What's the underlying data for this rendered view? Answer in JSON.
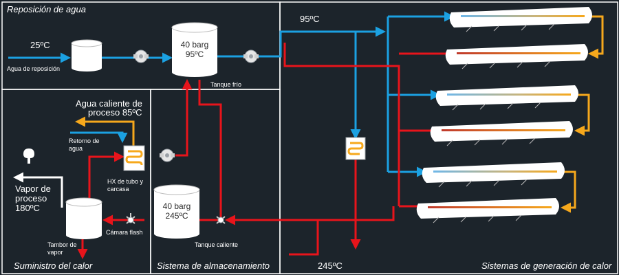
{
  "panels": {
    "makeup_title": "Reposición de agua",
    "supply_title": "Suministro del calor",
    "storage_title": "Sistema de almacenamiento",
    "generation_title": "Sistemas de generación de calor"
  },
  "makeup": {
    "inlet_temp": "25ºC",
    "inlet_label": "Agua de reposición"
  },
  "cold_tank": {
    "pressure": "40 barg",
    "temp": "95ºC",
    "label": "Tanque frío"
  },
  "hot_tank": {
    "pressure": "40 barg",
    "temp": "245ºC",
    "label": "Tanque caliente"
  },
  "supply": {
    "process_water_line1": "Agua caliente de",
    "process_water_line2": "proceso 85ºC",
    "return_line1": "Retorno de",
    "return_line2": "agua",
    "hx_line1": "HX de tubo y",
    "hx_line2": "carcasa",
    "steam_line1": "Vapor de",
    "steam_line2": "proceso",
    "steam_line3": "180ºC",
    "drum_line1": "Tambor de",
    "drum_line2": "vapor",
    "flash_label": "Cámara flash"
  },
  "generation": {
    "cold_temp": "95ºC",
    "hot_temp": "245ºC"
  },
  "colors": {
    "background": "#1c242b",
    "cold": "#1ba1e2",
    "hot": "#e8141b",
    "loop": "#f6a81c",
    "equipment": "#ffffff"
  },
  "icons": [
    "pump-icon",
    "valve-icon",
    "heater-icon",
    "steam-icon"
  ]
}
